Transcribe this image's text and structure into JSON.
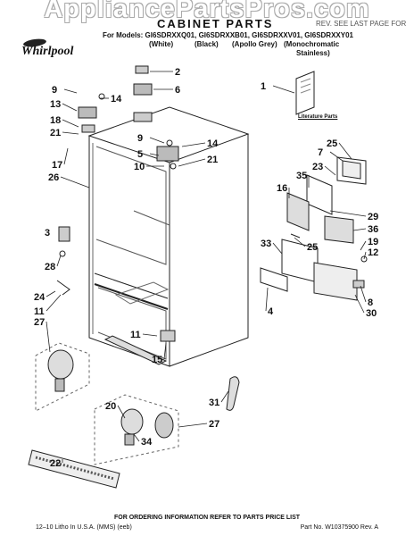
{
  "watermark": "AppliancePartsPros.com",
  "title": "CABINET PARTS",
  "rev_note": "REV. SEE LAST PAGE FOR",
  "models_line": "For Models: GI6SDRXXQ01, GI6SDRXXB01, GI6SDRXXV01, GI6SDRXXY01",
  "variants": [
    "(White)",
    "(Black)",
    "(Apollo Grey)",
    "(Monochromatic",
    "Stainless)"
  ],
  "brand": "Whirlpool",
  "literature_label": "Literature Parts",
  "footer_info": "FOR ORDERING INFORMATION REFER TO PARTS PRICE LIST",
  "footer_left": "12–10 Litho In U.S.A. (MMS) (eeb)",
  "footer_right": "Part No. W10375900 Rev. A",
  "callouts": [
    {
      "id": "c1",
      "label": "1"
    },
    {
      "id": "c2",
      "label": "2"
    },
    {
      "id": "c9a",
      "label": "9"
    },
    {
      "id": "c6",
      "label": "6"
    },
    {
      "id": "c14a",
      "label": "14"
    },
    {
      "id": "c13",
      "label": "13"
    },
    {
      "id": "c18",
      "label": "18"
    },
    {
      "id": "c21a",
      "label": "21"
    },
    {
      "id": "c17",
      "label": "17"
    },
    {
      "id": "c9b",
      "label": "9"
    },
    {
      "id": "c14b",
      "label": "14"
    },
    {
      "id": "c5",
      "label": "5"
    },
    {
      "id": "c10",
      "label": "10"
    },
    {
      "id": "c21b",
      "label": "21"
    },
    {
      "id": "c25a",
      "label": "25"
    },
    {
      "id": "c7",
      "label": "7"
    },
    {
      "id": "c23",
      "label": "23"
    },
    {
      "id": "c26",
      "label": "26"
    },
    {
      "id": "c35",
      "label": "35"
    },
    {
      "id": "c16",
      "label": "16"
    },
    {
      "id": "c29",
      "label": "29"
    },
    {
      "id": "c36",
      "label": "36"
    },
    {
      "id": "c19",
      "label": "19"
    },
    {
      "id": "c3",
      "label": "3"
    },
    {
      "id": "c33",
      "label": "33"
    },
    {
      "id": "c25b",
      "label": "25"
    },
    {
      "id": "c12",
      "label": "12"
    },
    {
      "id": "c28",
      "label": "28"
    },
    {
      "id": "c24",
      "label": "24"
    },
    {
      "id": "c8",
      "label": "8"
    },
    {
      "id": "c11a",
      "label": "11"
    },
    {
      "id": "c4",
      "label": "4"
    },
    {
      "id": "c30",
      "label": "30"
    },
    {
      "id": "c27a",
      "label": "27"
    },
    {
      "id": "c11b",
      "label": "11"
    },
    {
      "id": "c15",
      "label": "15"
    },
    {
      "id": "c31",
      "label": "31"
    },
    {
      "id": "c20",
      "label": "20"
    },
    {
      "id": "c27b",
      "label": "27"
    },
    {
      "id": "c34",
      "label": "34"
    },
    {
      "id": "c22",
      "label": "22"
    }
  ]
}
